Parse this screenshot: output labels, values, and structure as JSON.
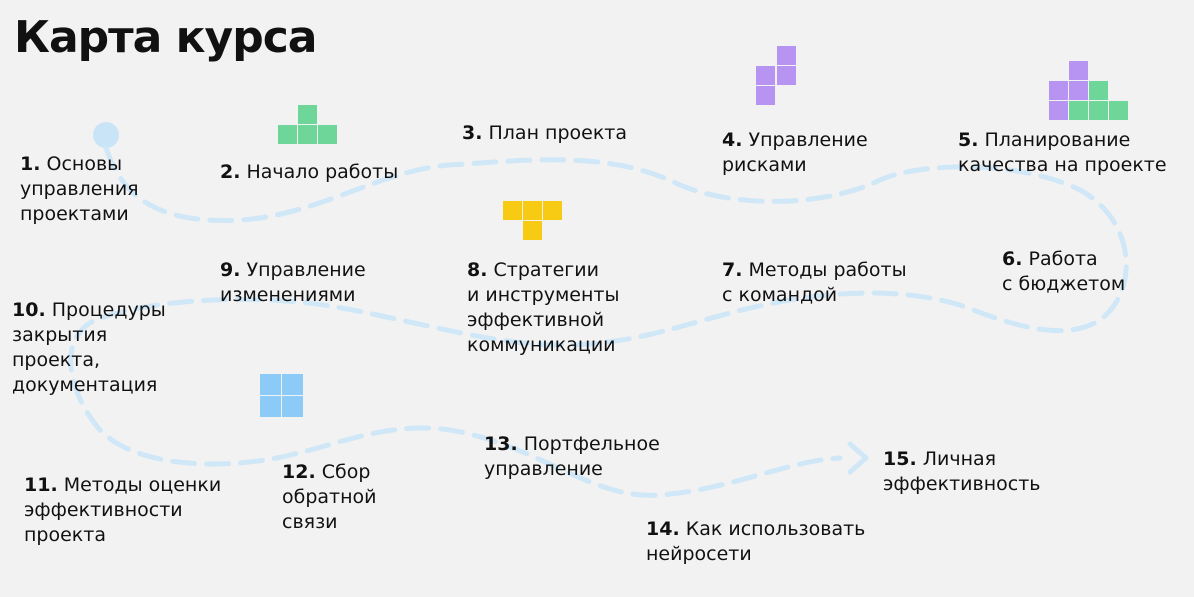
{
  "title": "Карта курса",
  "colors": {
    "background": "#f2f2f2",
    "path": "#cfe7f7",
    "start_dot": "#c9e3f7",
    "green": "#6fd69a",
    "purple": "#b794f1",
    "yellow": "#f7cb13",
    "blue": "#8ccbf7"
  },
  "steps": [
    {
      "num": "1.",
      "label": "Основы\nуправления\nпроектами"
    },
    {
      "num": "2.",
      "label": "Начало работы"
    },
    {
      "num": "3.",
      "label": "План проекта"
    },
    {
      "num": "4.",
      "label": "Управление\nрисками"
    },
    {
      "num": "5.",
      "label": "Планирование\nкачества на проекте"
    },
    {
      "num": "6.",
      "label": "Работа\nс бюджетом"
    },
    {
      "num": "7.",
      "label": "Методы работы\nс командой"
    },
    {
      "num": "8.",
      "label": "Стратегии\nи инструменты\nэффективной\nкоммуникации"
    },
    {
      "num": "9.",
      "label": "Управление\nизменениями"
    },
    {
      "num": "10.",
      "label": "Процедуры\nзакрытия\nпроекта,\nдокументация"
    },
    {
      "num": "11.",
      "label": "Методы оценки\nэффективности\nпроекта"
    },
    {
      "num": "12.",
      "label": "Сбор\nобратной\nсвязи"
    },
    {
      "num": "13.",
      "label": "Портфельное\nуправление"
    },
    {
      "num": "14.",
      "label": "Как использовать\nнейросети"
    },
    {
      "num": "15.",
      "label": "Личная\nэффективность"
    }
  ]
}
